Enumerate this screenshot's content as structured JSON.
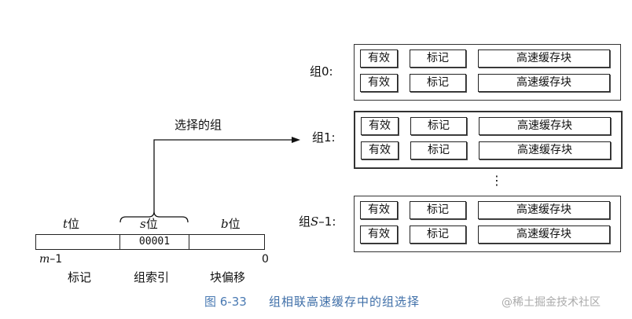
{
  "sets": [
    {
      "label": "组0:",
      "lines": [
        {
          "valid": "有效",
          "tag": "标记",
          "block": "高速缓存块"
        },
        {
          "valid": "有效",
          "tag": "标记",
          "block": "高速缓存块"
        }
      ]
    },
    {
      "label": "组1:",
      "lines": [
        {
          "valid": "有效",
          "tag": "标记",
          "block": "高速缓存块"
        },
        {
          "valid": "有效",
          "tag": "标记",
          "block": "高速缓存块"
        }
      ]
    },
    {
      "label_prefix": "组",
      "label_var": "S",
      "label_suffix": "–1:",
      "lines": [
        {
          "valid": "有效",
          "tag": "标记",
          "block": "高速缓存块"
        },
        {
          "valid": "有效",
          "tag": "标记",
          "block": "高速缓存块"
        }
      ]
    }
  ],
  "ellipsis": "⋮",
  "selection_label": "选择的组",
  "address": {
    "tag_bits_var": "t",
    "tag_bits_unit": "位",
    "set_bits_var": "s",
    "set_bits_unit": "位",
    "block_bits_var": "b",
    "block_bits_unit": "位",
    "set_index_value": "00001",
    "high_bit_var": "m",
    "high_bit_suffix": "–1",
    "low_bit": "0",
    "tag_label": "标记",
    "set_index_label": "组索引",
    "block_offset_label": "块偏移"
  },
  "caption": {
    "figure": "图 6-33",
    "title": "组相联高速缓存中的组选择"
  },
  "watermark": "@稀土掘金技术社区"
}
